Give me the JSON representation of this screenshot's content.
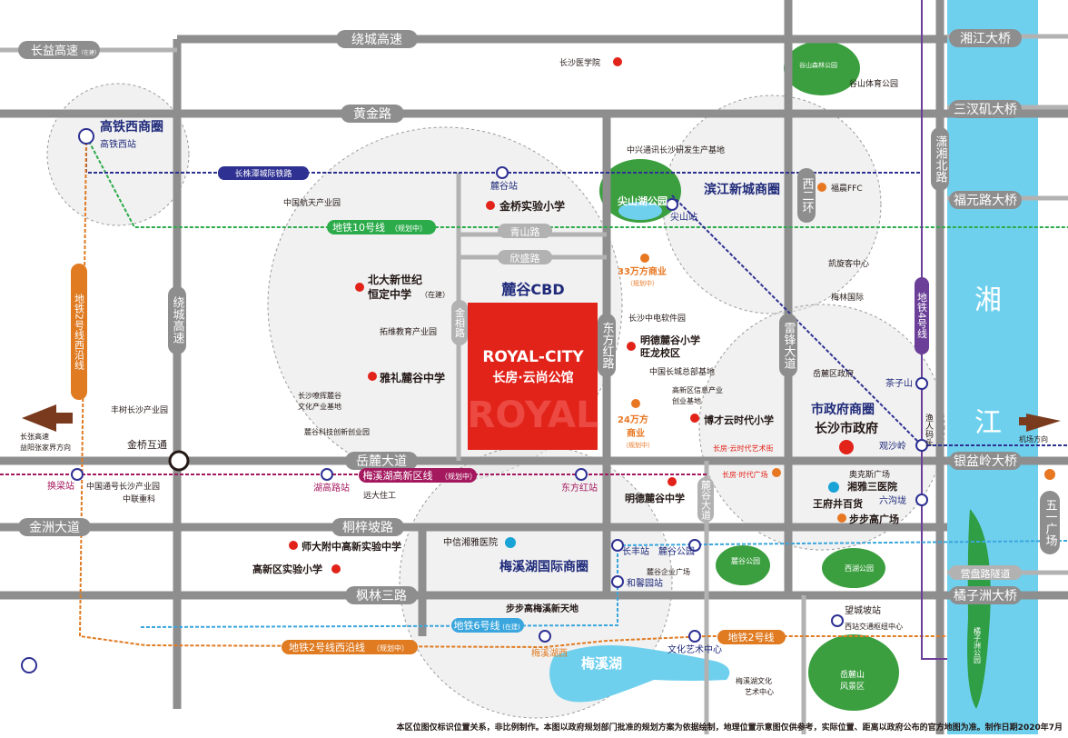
{
  "roads": {
    "changyi": "长益高速",
    "changyi_note": "（在建）",
    "raocheng_top": "绕城高速",
    "raocheng_left": "绕城高速",
    "huangjin": "黄金路",
    "qingshan": "青山路",
    "xinsheng": "欣盛路",
    "jinxiang": "金相路",
    "dongfanghong": "东方红路",
    "yuelu": "岳麓大道",
    "tongzipo": "桐梓坡路",
    "jinzhou": "金洲大道",
    "fenglin": "枫林三路",
    "leifeng": "雷锋大道",
    "xierhuan": "西二环",
    "lugu_ave": "麓谷大道",
    "xiaoxiang": "潇湘北路",
    "wuyi": "五一广场"
  },
  "bridges": {
    "xiangjiang": "湘江大桥",
    "sanchaji": "三汊矶大桥",
    "fuyuan": "福元路大桥",
    "yinpen": "银盆岭大桥",
    "yingpan": "营盘路隧道",
    "juzizhou": "橘子洲大桥"
  },
  "river": {
    "char1": "湘",
    "char2": "江"
  },
  "metro": {
    "rail": "长株潭城际铁路",
    "line10": "地铁10号线",
    "line10_note": "（规划中）",
    "line2w": "地铁2号线西沿线",
    "line2w_note": "（规划中）",
    "line4": "地铁4号线",
    "line6": "地铁6号线",
    "line6_note": "(在建)",
    "line2": "地铁2号线",
    "meixi_line": "梅溪湖高新区线",
    "meixi_note": "（规划中）"
  },
  "stations": {
    "gaotie": "高铁西站",
    "lugu": "麓谷站",
    "jianshan": "尖山站",
    "chaziashan": "茶子山",
    "guanshaling": "观沙岭",
    "liugoulong": "六沟垅",
    "changfeng": "长丰站",
    "hexin": "和馨园站",
    "luguyuan": "麓谷公园",
    "dongfanghong": "东方红站",
    "hugaolu": "湖高路站",
    "huanliang": "换梁站",
    "meixixi": "梅溪湖西",
    "wenyi": "文化艺术中心",
    "yinchengpo": "望城坡站",
    "xizhan_hub": "西站交通枢纽中心",
    "yuzhou": "渔人码头"
  },
  "zones": {
    "gaotie_circle": "高铁西商圈",
    "binjiang": "滨江新城商圈",
    "shizhengfu": "市政府商圈",
    "meixi": "梅溪湖国际商圈",
    "lugu_cbd": "麓谷CBD"
  },
  "project": {
    "name": "ROYAL-CITY",
    "cn": "长房·云尚公馆",
    "watermark": "ROYAL"
  },
  "places": {
    "yixueyuan": "长沙医学院",
    "zhongxing": "中兴通讯长沙研发生产基地",
    "jinqiao": "金桥实验小学",
    "hangtian": "中国航天产业园",
    "guyushan": "谷山森林公园",
    "gushantiyu": "谷山体育公园",
    "jianshanhu": "尖山湖公园",
    "fuchen": "福晨FFC",
    "kaixuan": "凯旋客中心",
    "meilin": "梅林国际",
    "yueluqu": "岳麓区政府",
    "beida1": "北大新世纪",
    "beida2": "恒定中学",
    "beida_note": "（在建）",
    "tuowei": "拓维教育产业园",
    "yali": "雅礼麓谷中学",
    "tianshu": "长沙嘹挥麓谷",
    "tianshu2": "文化产业基地",
    "kejichuang": "麓谷科技创新创业园",
    "fengshu": "丰树长沙产业园",
    "jinqiaohu": "金桥互通",
    "zhongdian": "长沙中电软件园",
    "mingde1": "明德麓谷小学",
    "mingde2": "旺龙校区",
    "changcheng": "中国长城总部基地",
    "xinchuang1": "高新区信息产业",
    "xinchuang2": "创业基地",
    "sandai": "33万方商业",
    "sandai_note": "（规划中）",
    "ershisi": "24万方",
    "ershisi2": "商业",
    "ershisi_note": "（规划中）",
    "bocai": "博才云时代小学",
    "yunshidai": "长房·云时代艺术街",
    "shidaiguangchang": "长房·时代广场",
    "yuandatzhu": "远大住工",
    "zhongguotongshang": "中国通号长沙产业园",
    "zhonglian": "中联重科",
    "mingdezhong": "明德麓谷中学",
    "shida": "师大附中高新实验中学",
    "gaoxinxiao": "高新区实验小学",
    "zhongxin": "中信湘雅医院",
    "buyaugao": "步步高梅溪新天地",
    "luguqiye": "麓谷企业广场",
    "luguyuanpark": "麓谷公园",
    "meixihu": "梅溪湖",
    "meixihuwen": "梅溪湖文化",
    "meixihuwen2": "艺术中心",
    "aoke": "奥克斯广场",
    "xiangya": "湘雅三医院",
    "wangfu": "王府井百货",
    "bubugao": "步步高广场",
    "xihu": "西湖公园",
    "yuelushan": "岳麓山",
    "yuelushan2": "风景区",
    "juzizhou": "橘子洲公园",
    "shizhengfu_bld": "长沙市政府",
    "changzhang": "长张高速",
    "changzhang2": "益阳张家界方向",
    "jichang": "机场方向"
  },
  "footer": "本区位图仅标识位置关系，非比例制作。本图以政府规划部门批准的规划方案为依据绘制，地理位置示意图仅供参考，实际位置、距离以政府公布的官方地图为准。制作日期2020年7月",
  "colors": {
    "road": "#8e8e8e",
    "river": "#6fd0ee",
    "cbd": "#e2231a",
    "metro10": "#2bab4a",
    "metro2": "#e07b22",
    "metro4": "#6b3f98",
    "metro6": "#3aa6dd",
    "meixi": "#a4185e",
    "rail": "#2e3192",
    "label": "#231815",
    "navy": "#1f2a7a",
    "orange": "#e87722"
  }
}
